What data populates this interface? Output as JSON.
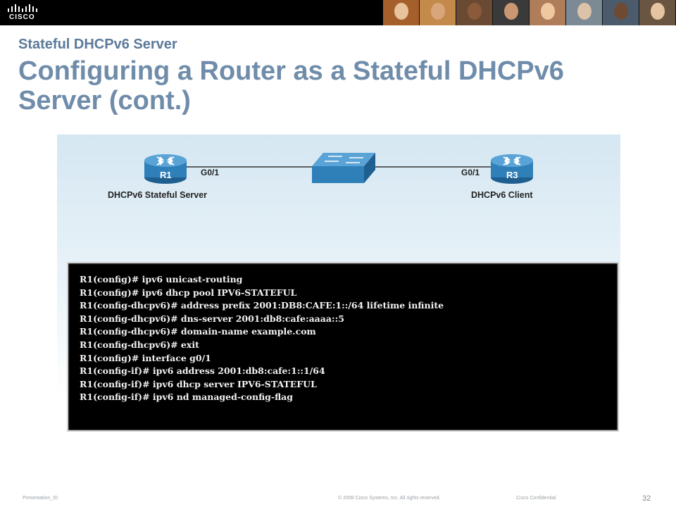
{
  "header": {
    "logo_text": "CISCO",
    "photo_count": 8,
    "photo_colors": [
      "#a45f2b",
      "#c48a4b",
      "#6b4a33",
      "#3a3a3a",
      "#b07d5b",
      "#7b8a95",
      "#4b5b6b",
      "#6a5542"
    ],
    "face_colors": [
      "#e8c39e",
      "#d9a57a",
      "#8a5a3a",
      "#c99873",
      "#f0c8a0",
      "#dbc2a8",
      "#6e4a33",
      "#e6c4a2"
    ]
  },
  "slide": {
    "subtitle": "Stateful DHCPv6 Server",
    "title": "Configuring a Router as a Stateful DHCPv6 Server (cont.)"
  },
  "topology": {
    "router_left_label": "R1",
    "router_left_port": "G0/1",
    "router_left_caption": "DHCPv6 Stateful Server",
    "router_right_label": "R3",
    "router_right_port": "G0/1",
    "router_right_caption": "DHCPv6 Client",
    "device_color": "#2f7fb8"
  },
  "cli_lines": [
    "R1(config)# ipv6 unicast-routing",
    "R1(config)# ipv6 dhcp pool IPV6-STATEFUL",
    "R1(config-dhcpv6)# address prefix 2001:DB8:CAFE:1::/64 lifetime infinite",
    "R1(config-dhcpv6)# dns-server 2001:db8:cafe:aaaa::5",
    "R1(config-dhcpv6)# domain-name example.com",
    "R1(config-dhcpv6)# exit",
    "R1(config)# interface g0/1",
    "R1(config-if)# ipv6 address 2001:db8:cafe:1::1/64",
    "R1(config-if)# ipv6 dhcp server IPV6-STATEFUL",
    "R1(config-if)# ipv6 nd managed-config-flag"
  ],
  "footer": {
    "presentation_id": "Presentation_ID",
    "copyright": "© 2008 Cisco Systems, Inc. All rights reserved.",
    "confidential": "Cisco Confidential",
    "page_number": "32"
  }
}
